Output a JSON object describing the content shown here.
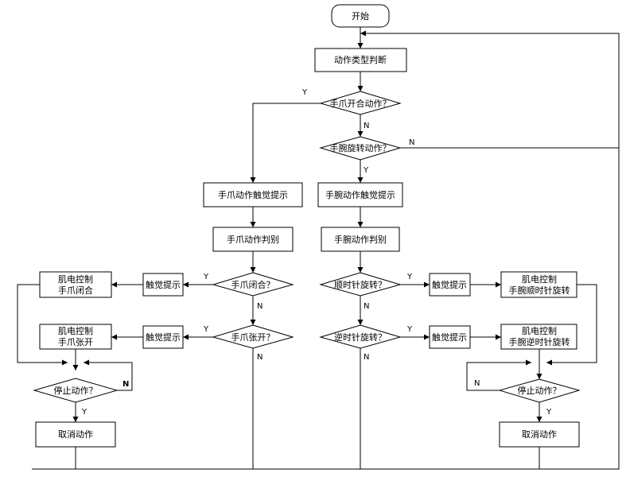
{
  "nodes": {
    "start": "开始",
    "action_type": "动作类型判断",
    "claw_open_close_q": "手爪开合动作？",
    "wrist_rotate_q": "手腕旋转动作？",
    "claw_tactile": "手爪动作触觉提示",
    "claw_judge": "手爪动作判别",
    "wrist_tactile": "手腕动作触觉提示",
    "wrist_judge": "手腕动作判别",
    "claw_close_q": "手爪闭合？",
    "claw_open_q": "手爪张开？",
    "cw_rotate_q": "顺时针旋转？",
    "ccw_rotate_q": "逆时针旋转？",
    "tactile_1": "触觉提示",
    "tactile_2": "触觉提示",
    "tactile_3": "触觉提示",
    "tactile_4": "触觉提示",
    "emg_close_l1": "肌电控制",
    "emg_close_l2": "手爪闭合",
    "emg_open_l1": "肌电控制",
    "emg_open_l2": "手爪张开",
    "emg_cw_l1": "肌电控制",
    "emg_cw_l2": "手腕顺时针旋转",
    "emg_ccw_l1": "肌电控制",
    "emg_ccw_l2": "手腕逆时针旋转",
    "stop_left_q": "停止动作？",
    "stop_right_q": "停止动作？",
    "cancel_left": "取消动作",
    "cancel_right": "取消动作"
  },
  "edge_labels": {
    "open_close_yes": "Y",
    "open_close_no": "N",
    "wrist_yes": "Y",
    "wrist_no": "N",
    "claw_close_yes": "Y",
    "claw_close_no": "N",
    "claw_open_yes": "Y",
    "claw_open_no": "N",
    "cw_yes": "Y",
    "cw_no": "N",
    "ccw_yes": "Y",
    "ccw_no": "N",
    "stop_left_yes": "Y",
    "stop_left_no": "N",
    "stop_right_yes": "Y",
    "stop_right_no": "N"
  }
}
